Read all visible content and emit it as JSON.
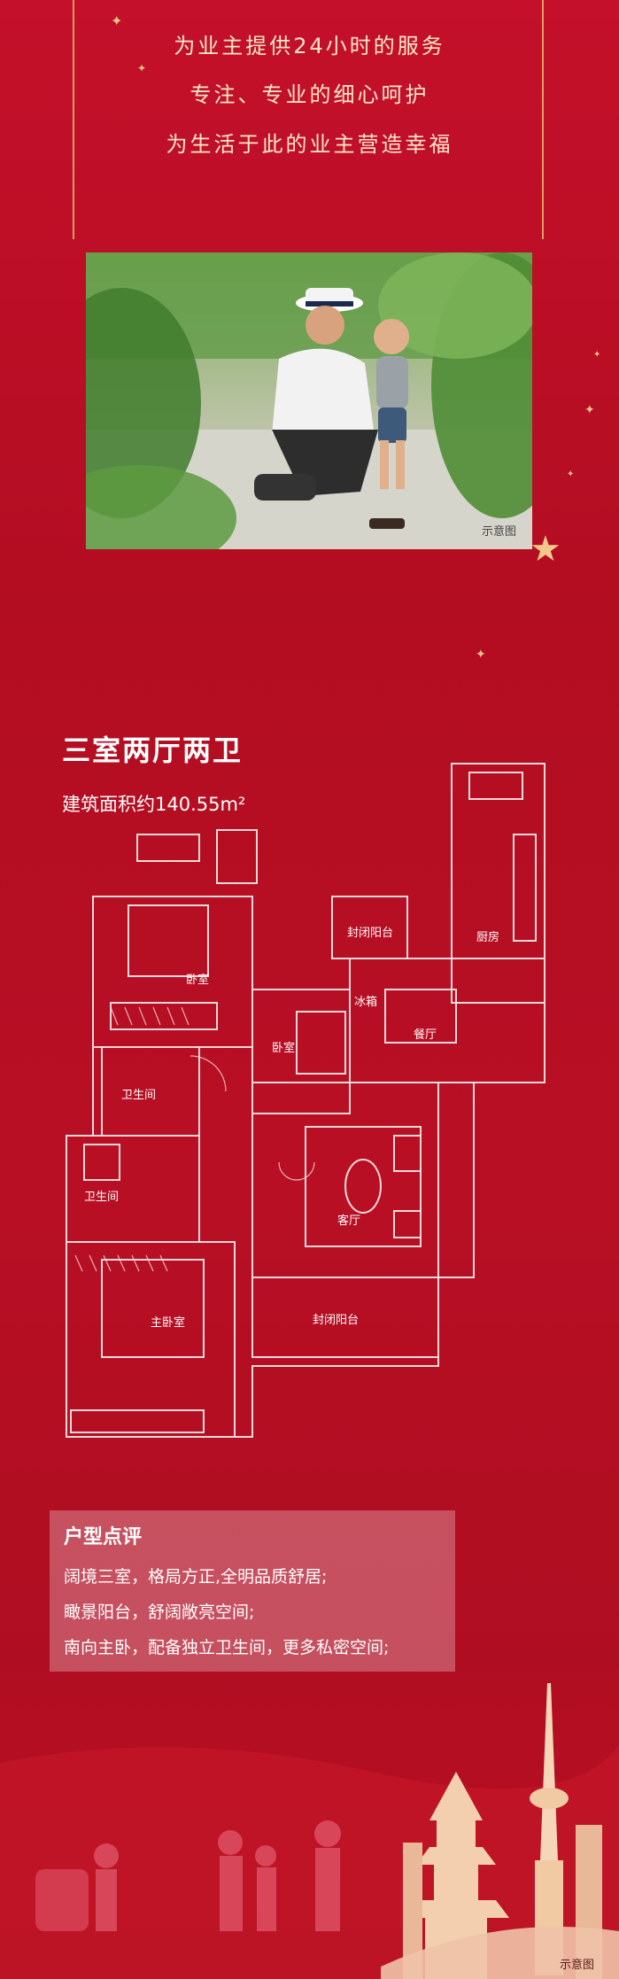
{
  "header": {
    "lines": [
      "为业主提供24小时的服务",
      "专注、专业的细心呵护",
      "为生活于此的业主营造幸福"
    ]
  },
  "photo": {
    "caption": "示意图"
  },
  "unit": {
    "title": "三室两厅两卫",
    "area_label": "建筑面积约140.55m²"
  },
  "floorplan": {
    "rooms": {
      "bedroom1": "卧室",
      "bedroom2": "卧室",
      "master": "主卧室",
      "bath1": "卫生间",
      "bath2": "卫生间",
      "closed_balcony_top": "封闭阳台",
      "kitchen": "厨房",
      "dining": "餐厅",
      "fridge": "冰箱",
      "living": "客厅",
      "closed_balcony_bottom": "封闭阳台"
    }
  },
  "review": {
    "title": "户型点评",
    "lines": [
      "阔境三室，格局方正,全明品质舒居;",
      "瞰景阳台，舒阔敞亮空间;",
      "南向主卧，配备独立卫生间，更多私密空间;"
    ]
  },
  "footer": {
    "caption": "示意图"
  },
  "colors": {
    "background": "#c4102a",
    "accent": "#f2c98a",
    "panel": "#ffffff"
  }
}
